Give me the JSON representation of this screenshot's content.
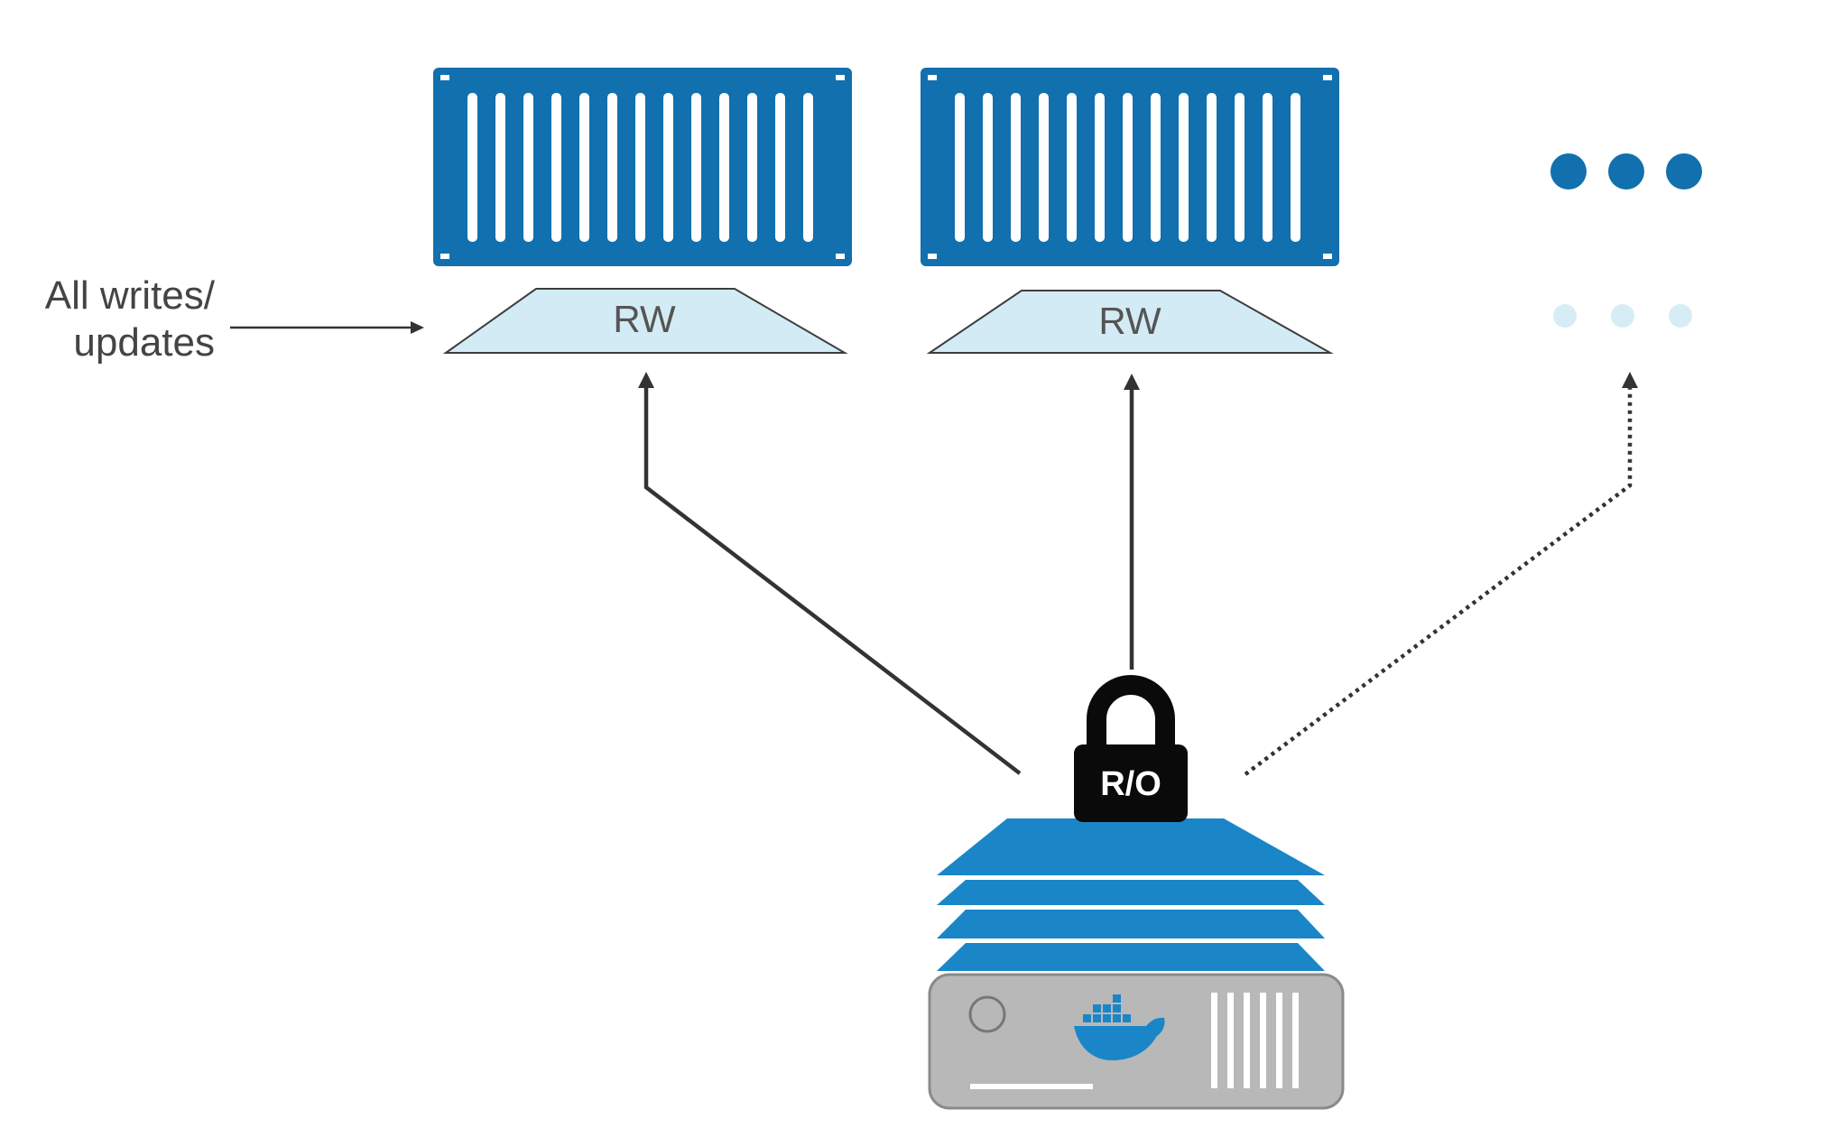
{
  "annotation": {
    "line1": "All writes/",
    "line2": "updates"
  },
  "layers": {
    "rw_label_1": "RW",
    "rw_label_2": "RW"
  },
  "lock": {
    "label": "R/O"
  },
  "icons": {
    "containers": "shipping-container-icon",
    "lock": "padlock-icon",
    "host": "server-host-icon",
    "engine": "docker-whale-icon"
  },
  "colors": {
    "container_blue": "#1170ad",
    "layer_blue": "#1a86c8",
    "rw_fill": "#d3ebf5",
    "dots_dark": "#1170ad",
    "dots_light": "#d6edf6",
    "arrow": "#333333",
    "lock": "#0a0a0a",
    "server": "#b8b8b8"
  }
}
